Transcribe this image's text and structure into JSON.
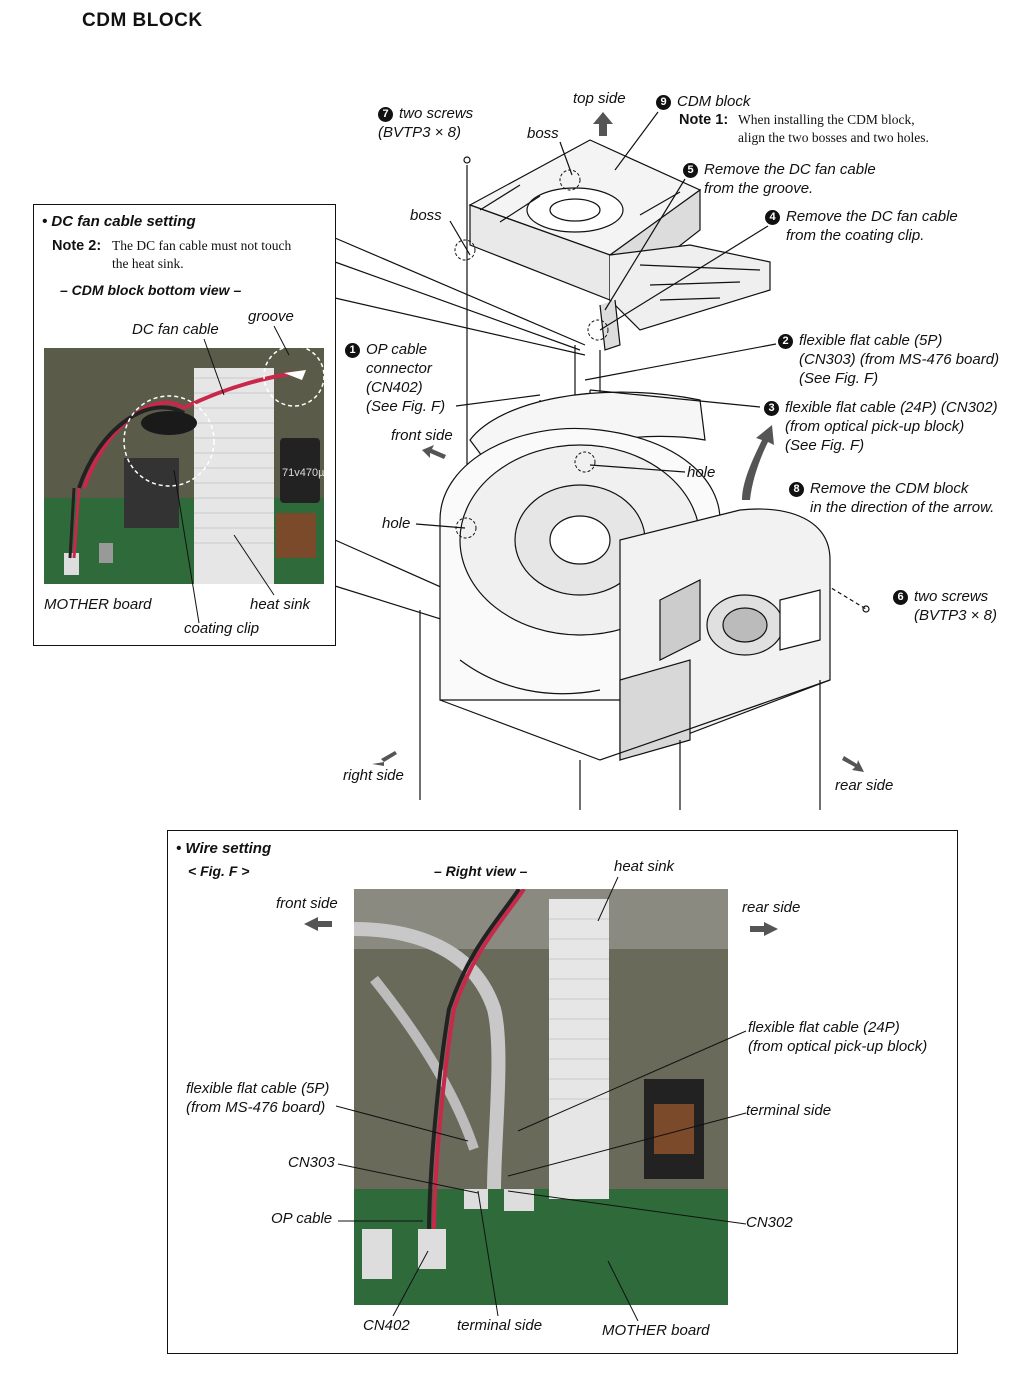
{
  "page_title": "CDM  BLOCK",
  "steps": {
    "s1": {
      "num": "1",
      "text": "OP cable\nconnector\n(CN402)\n(See Fig. F)"
    },
    "s2": {
      "num": "2",
      "text": "flexible flat cable (5P)\n(CN303) (from MS-476 board)\n(See Fig. F)"
    },
    "s3": {
      "num": "3",
      "text": "flexible flat cable (24P) (CN302)\n(from optical pick-up block)\n(See Fig. F)"
    },
    "s4": {
      "num": "4",
      "text": "Remove the DC fan cable\nfrom the coating clip."
    },
    "s5": {
      "num": "5",
      "text": "Remove the DC fan cable\nfrom the groove."
    },
    "s6": {
      "num": "6",
      "text": "two screws\n(BVTP3 × 8)"
    },
    "s7": {
      "num": "7",
      "text": "two screws\n(BVTP3 × 8)"
    },
    "s8": {
      "num": "8",
      "text": "Remove the CDM block\nin the direction of the arrow."
    },
    "s9": {
      "num": "9",
      "text": "CDM block"
    }
  },
  "note1": {
    "label": "Note 1:",
    "text": "When installing the CDM block,\nalign the two bosses and two holes."
  },
  "main_labels": {
    "top_side": "top side",
    "boss_top": "boss",
    "boss_left": "boss",
    "front_side": "front side",
    "hole_right": "hole",
    "hole_left": "hole",
    "right_side": "right side",
    "rear_side": "rear side"
  },
  "fan_box": {
    "heading": "• DC fan cable setting",
    "note_label": "Note 2:",
    "note_text": "The DC fan cable must not touch\nthe heat sink.",
    "subheading": "– CDM block bottom view –",
    "dc_fan_cable": "DC fan cable",
    "groove": "groove",
    "mother_board": "MOTHER board",
    "heat_sink": "heat sink",
    "coating_clip": "coating clip",
    "photo_capacitor_text": "71v470µ"
  },
  "wire_box": {
    "heading": "• Wire setting",
    "fig": "< Fig. F >",
    "view": "– Right view –",
    "heat_sink": "heat sink",
    "front_side": "front side",
    "rear_side": "rear side",
    "ffc24": "flexible flat cable (24P)\n(from optical pick-up block)",
    "ffc5": "flexible flat cable (5P)\n(from MS-476 board)",
    "terminal_side_right": "terminal side",
    "cn303": "CN303",
    "op_cable": "OP cable",
    "cn302": "CN302",
    "cn402": "CN402",
    "terminal_side_bottom": "terminal side",
    "mother_board": "MOTHER board"
  },
  "colors": {
    "ink": "#111111",
    "arrow_gray": "#555555",
    "cable_red": "#c8284a",
    "board_green": "#2f6b3a",
    "heat_sink": "#e6e6e6"
  }
}
